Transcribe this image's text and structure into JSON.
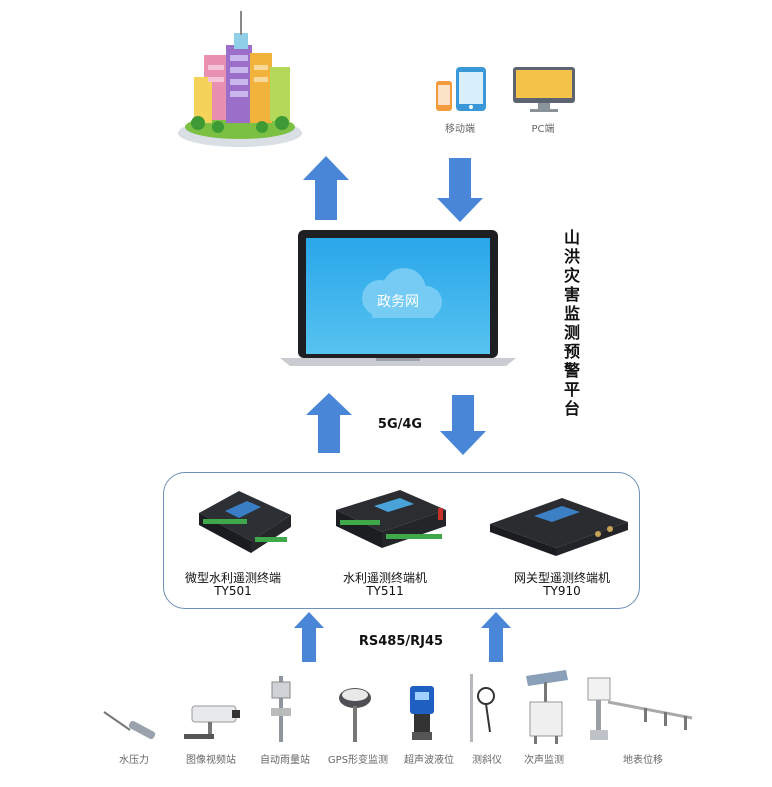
{
  "clients": {
    "mobile_label": "移动端",
    "pc_label": "PC端"
  },
  "laptop": {
    "screen_label": "政务网"
  },
  "platform": {
    "title": "山洪灾害监测预警平台"
  },
  "links": {
    "wireless": "5G/4G",
    "wired": "RS485/RJ45"
  },
  "devices": [
    {
      "name": "微型水利遥测终端",
      "model": "TY501"
    },
    {
      "name": "水利遥测终端机",
      "model": "TY511"
    },
    {
      "name": "网关型遥测终端机",
      "model": "TY910"
    }
  ],
  "sensors": [
    {
      "label": "水压力",
      "icon": "pressure-probe-icon"
    },
    {
      "label": "图像视频站",
      "icon": "video-camera-icon"
    },
    {
      "label": "自动雨量站",
      "icon": "rain-gauge-icon"
    },
    {
      "label": "GPS形变监测",
      "icon": "gps-antenna-icon"
    },
    {
      "label": "超声波液位",
      "icon": "ultrasonic-level-icon"
    },
    {
      "label": "测斜仪",
      "icon": "inclinometer-icon"
    },
    {
      "label": "次声监测",
      "icon": "infrasound-icon"
    },
    {
      "label": "地表位移",
      "icon": "displacement-icon"
    }
  ],
  "colors": {
    "arrow": "#4a86d8",
    "box_border": "#6d8fb8",
    "screen": "#2fa9e8"
  }
}
